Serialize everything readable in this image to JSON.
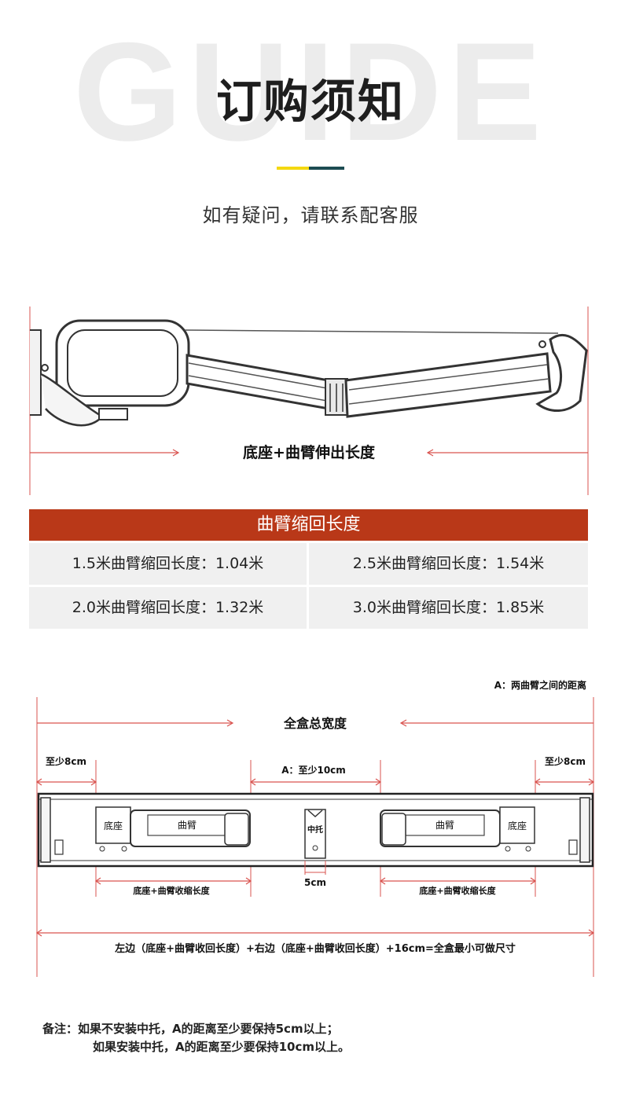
{
  "header": {
    "watermark": "GUIDE",
    "title": "订购须知",
    "subtitle": "如有疑问，请联系配客服"
  },
  "arm_diagram": {
    "length_label": "底座+曲臂伸出长度"
  },
  "retract_table": {
    "heading": "曲臂缩回长度",
    "cells": [
      "1.5米曲臂缩回长度：1.04米",
      "2.5米曲臂缩回长度：1.54米",
      "2.0米曲臂缩回长度：1.32米",
      "3.0米曲臂缩回长度：1.85米"
    ]
  },
  "box_diagram": {
    "legend_note": "A：两曲臂之间的距离",
    "total_width_label": "全盒总宽度",
    "left_min_label": "至少8cm",
    "right_min_label": "至少8cm",
    "center_gap_label": "A：至少10cm",
    "base_label_left": "底座",
    "arm_label_left": "曲臂",
    "center_bracket_label": "中托",
    "arm_label_right": "曲臂",
    "base_label_right": "底座",
    "bracket_width_label": "5cm",
    "left_retract_label": "底座+曲臂收缩长度",
    "right_retract_label": "底座+曲臂收缩长度",
    "formula": "左边（底座+曲臂收回长度）+右边（底座+曲臂收回长度）+16cm=全盒最小可做尺寸"
  },
  "notes": {
    "line1": "备注：如果不安装中托，A的距离至少要保持5cm以上；",
    "line2": "如果安装中托，A的距离至少要保持10cm以上。"
  },
  "colors": {
    "accent_red": "#b93818",
    "dim_line_red": "#d9534f",
    "accent_yellow": "#f4d810",
    "accent_teal": "#1d4c52"
  }
}
